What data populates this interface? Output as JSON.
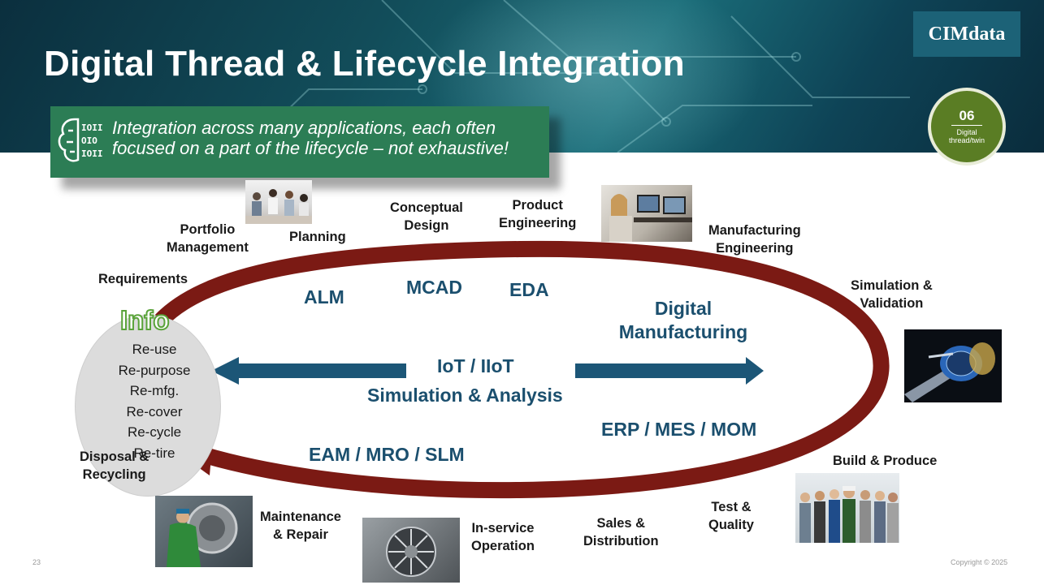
{
  "slide": {
    "title": "Digital Thread & Lifecycle Integration",
    "logo": "CIMdata",
    "badge": {
      "number": "06",
      "label_line1": "Digital",
      "label_line2": "thread/twin"
    },
    "callout": {
      "line1": "Integration across many applications, each often",
      "line2": "focused on a part of the lifecycle – not exhaustive!",
      "icon": "brain-binary-icon"
    },
    "page_number": "23",
    "copyright": "Copyright © 2025"
  },
  "lifecycle": {
    "portfolio": [
      "Portfolio",
      "Management"
    ],
    "planning": "Planning",
    "conceptual": [
      "Conceptual",
      "Design"
    ],
    "product_eng": [
      "Product",
      "Engineering"
    ],
    "mfg_eng": [
      "Manufacturing",
      "Engineering"
    ],
    "requirements": "Requirements",
    "simulation": [
      "Simulation &",
      "Validation"
    ],
    "build": "Build & Produce",
    "test": [
      "Test &",
      "Quality"
    ],
    "sales": [
      "Sales &",
      "Distribution"
    ],
    "inservice": [
      "In-service",
      "Operation"
    ],
    "maintenance": [
      "Maintenance",
      "& Repair"
    ],
    "disposal": [
      "Disposal &",
      "Recycling"
    ]
  },
  "applications": {
    "alm": "ALM",
    "mcad": "MCAD",
    "eda": "EDA",
    "digital_mfg": [
      "Digital",
      "Manufacturing"
    ],
    "iot": "IoT / IIoT",
    "sim_analysis": "Simulation & Analysis",
    "erp": "ERP / MES / MOM",
    "eam": "EAM / MRO / SLM"
  },
  "info": {
    "title": "Info",
    "items": [
      "Re-use",
      "Re-purpose",
      "Re-mfg.",
      "Re-cover",
      "Re-cycle",
      "Re-tire"
    ]
  },
  "colors": {
    "header_dark": "#0b2f3e",
    "callout_green": "#2c7d55",
    "loop_red": "#7b1a14",
    "arrow_blue": "#1c5677",
    "app_text": "#1b4f6e",
    "badge_green": "#5a7d24",
    "logo_blue": "#1c6277"
  }
}
